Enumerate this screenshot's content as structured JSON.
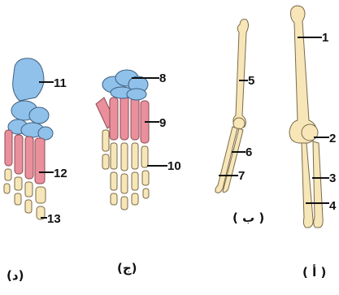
{
  "figures": [
    {
      "id": "arm",
      "caption": "( أ )",
      "labels": [
        "1",
        "2",
        "3",
        "4"
      ]
    },
    {
      "id": "forelimb",
      "caption": "( ب )",
      "labels": [
        "5",
        "6",
        "7"
      ]
    },
    {
      "id": "hand",
      "caption": "(ج)",
      "labels": [
        "8",
        "9",
        "10"
      ]
    },
    {
      "id": "foot",
      "caption": "(د)",
      "labels": [
        "11",
        "12",
        "13"
      ]
    }
  ],
  "colors": {
    "bone": "#f7e6b8",
    "metacarpal_pink": "#e9909c",
    "carpal_blue": "#8fc1ea",
    "outline": "#7a6a4a"
  }
}
